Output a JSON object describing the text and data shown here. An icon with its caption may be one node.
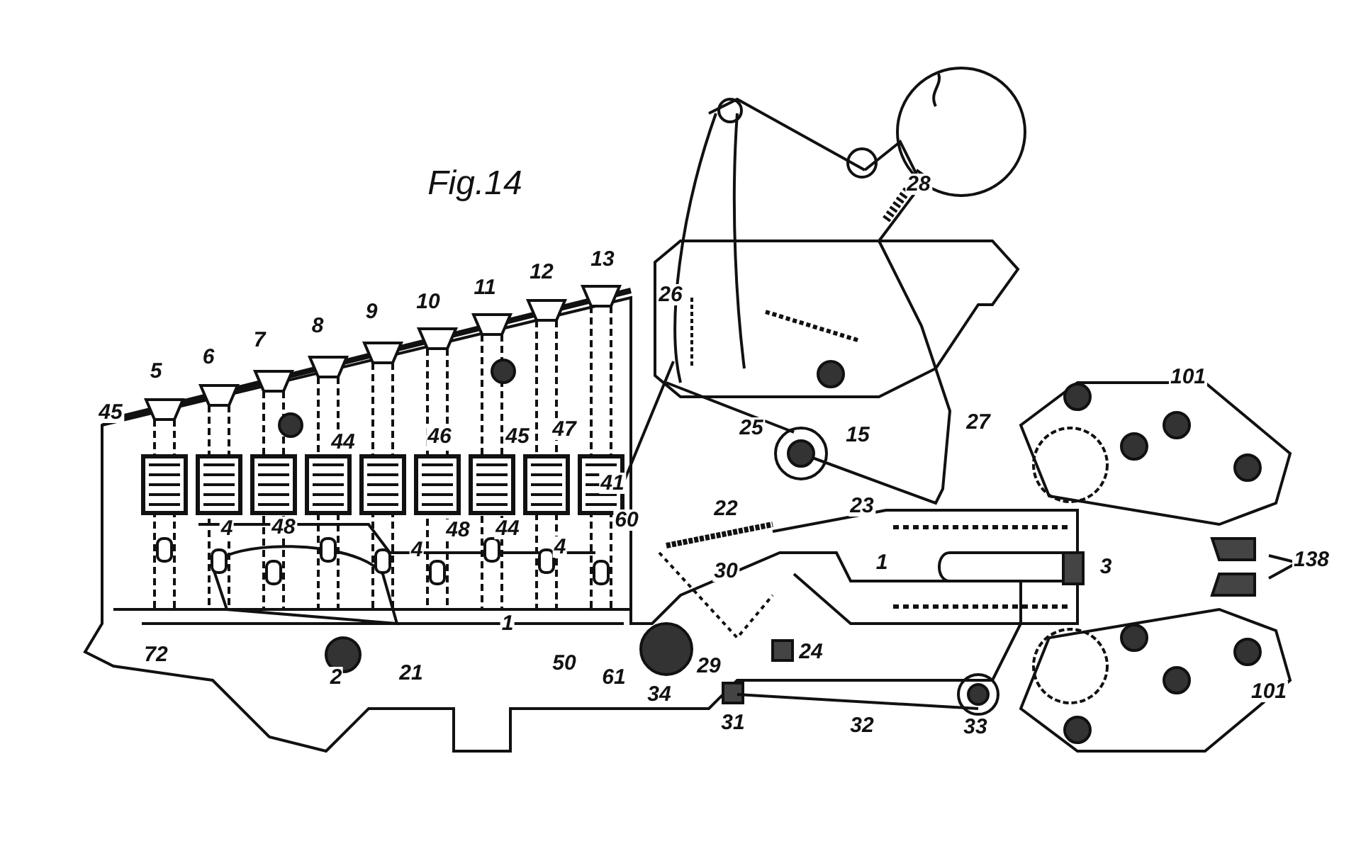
{
  "diagram": {
    "title": "Fig.14",
    "labels": [
      "28",
      "13",
      "12",
      "11",
      "10",
      "9",
      "8",
      "7",
      "6",
      "5",
      "26",
      "27",
      "45",
      "101",
      "25",
      "15",
      "44",
      "46",
      "45",
      "47",
      "41",
      "4",
      "48",
      "48",
      "44",
      "22",
      "23",
      "60",
      "4",
      "4",
      "30",
      "1",
      "3",
      "138",
      "1",
      "50",
      "72",
      "2",
      "21",
      "29",
      "24",
      "61",
      "34",
      "101",
      "31",
      "32",
      "33"
    ]
  }
}
